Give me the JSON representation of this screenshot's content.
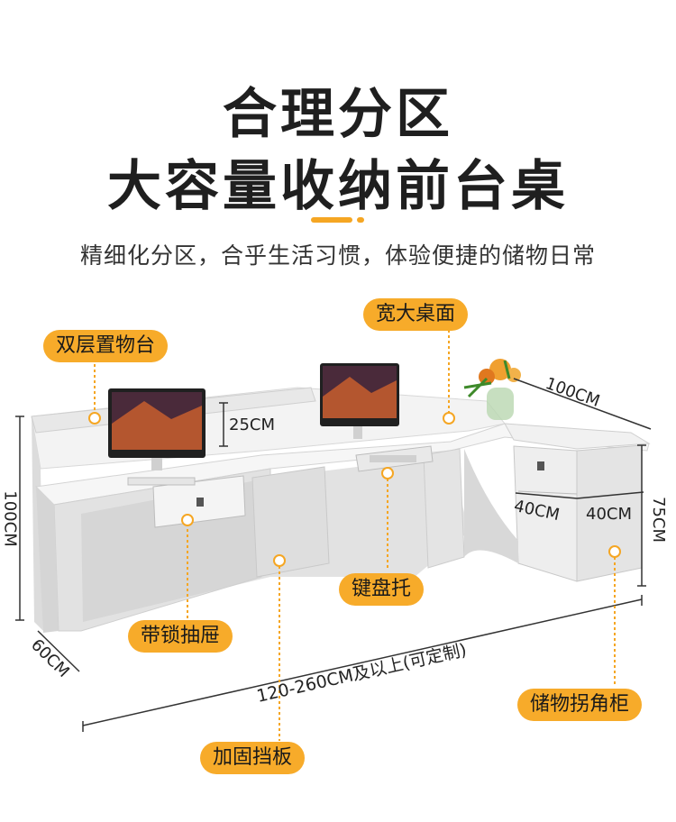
{
  "header": {
    "title_line1": "合理分区",
    "title_line2": "大容量收纳前台桌",
    "subtitle": "精细化分区，合乎生活习惯，体验便捷的储物日常"
  },
  "callouts": {
    "double_shelf": "双层置物台",
    "wide_desktop": "宽大桌面",
    "keyboard_tray": "键盘托",
    "lock_drawer": "带锁抽屉",
    "storage_corner_cabinet": "储物拐角柜",
    "reinforced_panel": "加固挡板"
  },
  "dimensions": {
    "shelf_height": "25CM",
    "desk_height": "100CM",
    "depth": "60CM",
    "length": "120-260CM及以上(可定制)",
    "cabinet_length": "100CM",
    "cabinet_depth": "40CM",
    "cabinet_width": "40CM",
    "cabinet_height": "75CM"
  },
  "colors": {
    "accent": "#f5a623",
    "pill": "#f7ab2a",
    "desk": "#ececec"
  }
}
